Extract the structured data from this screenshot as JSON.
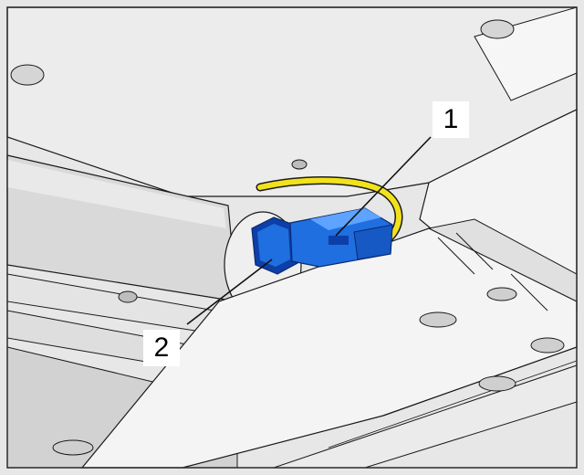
{
  "callouts": [
    {
      "number": "1",
      "part": "connector"
    },
    {
      "number": "2",
      "part": "sensor"
    }
  ],
  "colors": {
    "connector": "#1f6fe0",
    "connector_dark": "#0d3fa8",
    "wire": "#f2e21b",
    "line": "#111111",
    "metal_light": "#f1f1f1",
    "metal_mid": "#dcdcdc",
    "metal_shadow": "#c4c4c4",
    "frame_border": "#2a2a2a"
  }
}
